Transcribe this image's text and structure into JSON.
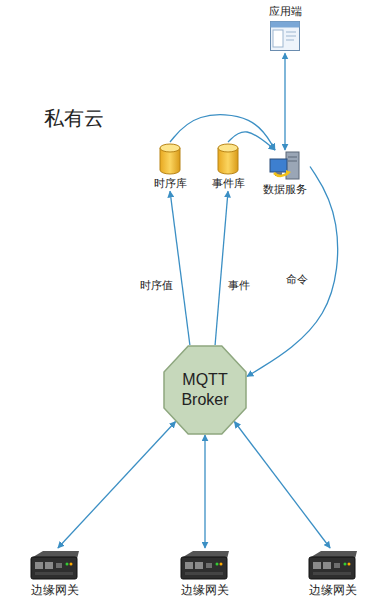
{
  "diagram": {
    "nodes": [
      {
        "text": [
          "应用端"
        ]
      },
      {
        "text": [
          "私有云"
        ]
      },
      {
        "text": [
          "时序库"
        ],
        "in": 1
      },
      {
        "text": [
          "事件库"
        ],
        "in": 1
      },
      {
        "text": [
          "数据服务"
        ],
        "in": 1
      },
      {
        "text": [
          "MQTT Broker"
        ]
      },
      {
        "text": [
          "边缘网关"
        ]
      },
      {
        "text": [
          "边缘网关"
        ]
      },
      {
        "text": [
          "边缘网关"
        ]
      }
    ],
    "edges": [
      {
        "from": 0,
        "to": 4,
        "arrow": "both"
      },
      {
        "from": 2,
        "to": 4,
        "arrow": "to"
      },
      {
        "from": 3,
        "to": 4,
        "arrow": "to"
      },
      {
        "from": 5,
        "to": 2,
        "label": "时序值",
        "arrow": "to"
      },
      {
        "from": 5,
        "to": 3,
        "label": "事件",
        "arrow": "to"
      },
      {
        "from": 4,
        "to": 5,
        "label": "命令",
        "arrow": "to"
      },
      {
        "from": 5,
        "to": 6,
        "arrow": "both"
      },
      {
        "from": 5,
        "to": 7,
        "arrow": "both"
      },
      {
        "from": 5,
        "to": 8,
        "arrow": "both"
      }
    ]
  }
}
